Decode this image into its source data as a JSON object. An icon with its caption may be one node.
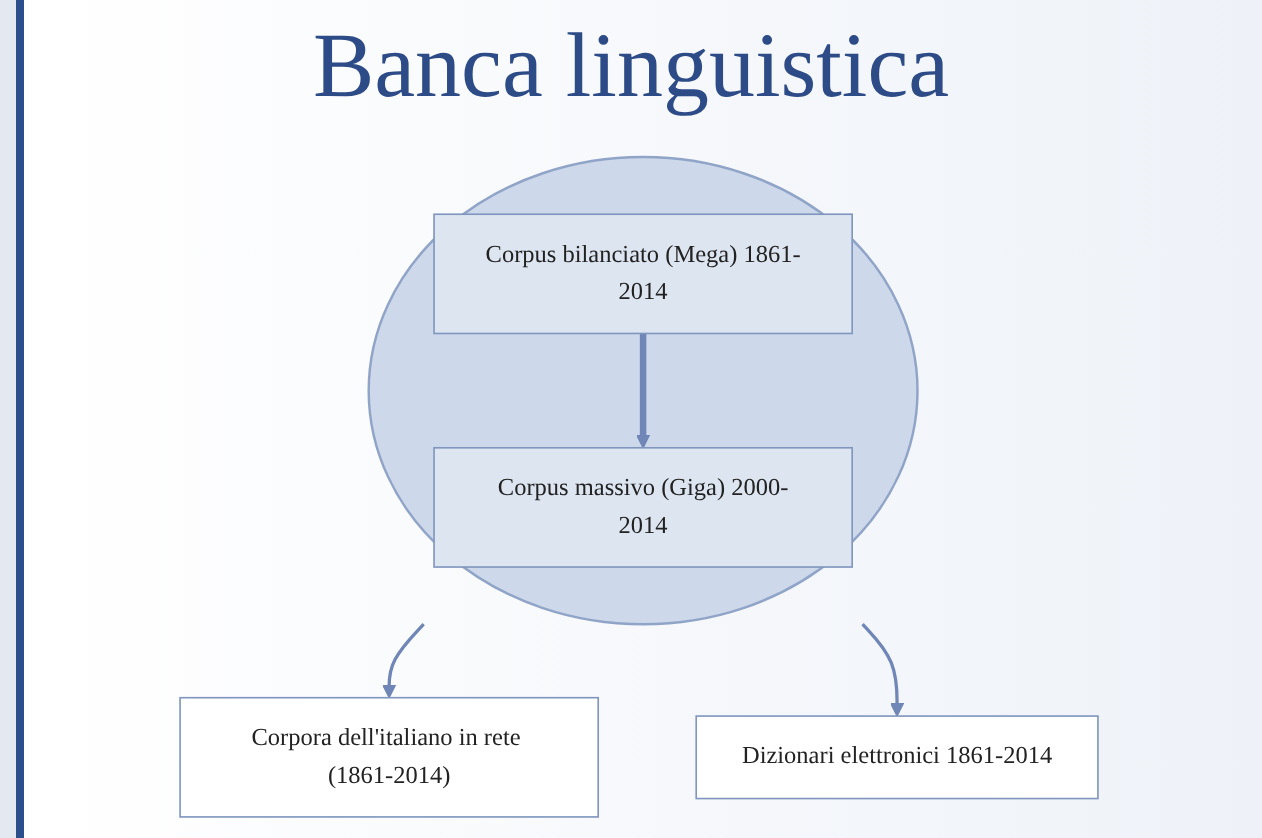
{
  "diagram": {
    "title": "Banca linguistica",
    "nodes": [
      {
        "text": [],
        "shape": "ellipse"
      },
      {
        "text": [
          "Corpus bilanciato (Mega) 1861-2014"
        ],
        "in": 0
      },
      {
        "text": [
          "Corpus massivo (Giga) 2000-2014"
        ],
        "in": 0
      },
      {
        "text": [
          "Corpora dell'italiano in rete (1861-2014)"
        ]
      },
      {
        "text": [
          "Dizionari elettronici 1861-2014"
        ]
      }
    ],
    "edges": [
      {
        "from": 1,
        "to": 2,
        "arrow": "to",
        "style": "thick"
      },
      {
        "from": 0,
        "to": 3,
        "arrow": "to"
      },
      {
        "from": 0,
        "to": 4,
        "arrow": "to"
      }
    ]
  }
}
